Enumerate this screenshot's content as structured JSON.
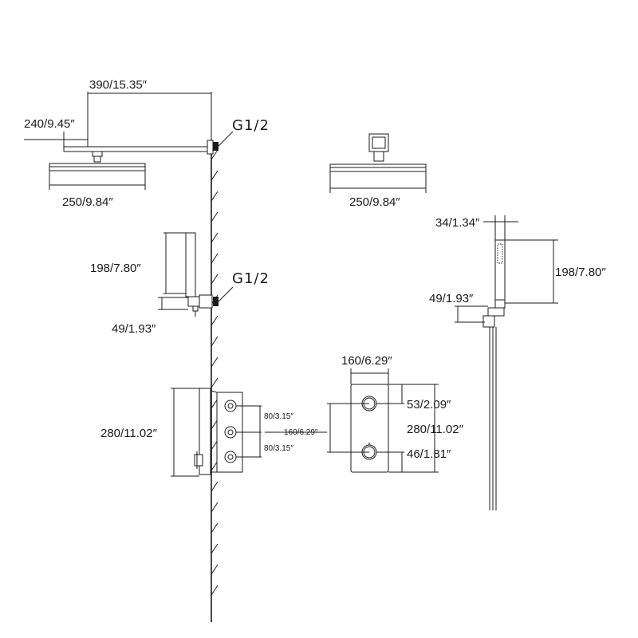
{
  "labels": {
    "arm_length": "390/15.35″",
    "arm_drop": "240/9.45″",
    "head_width_side": "250/9.84″",
    "head_width_front": "250/9.84″",
    "inlet_top": "G1/2",
    "inlet_mid": "G1/2",
    "holder_height": "198/7.80″",
    "holder_depth": "49/1.93″",
    "handshower_width": "34/1.34″",
    "handshower_height": "198/7.80″",
    "handshower_outlet": "49/1.93″",
    "body_height_side": "280/11.02″",
    "port_spacing_1": "80/3.15″",
    "port_spacing_total": "160/6.29″",
    "port_spacing_2": "80/3.15″",
    "plate_width": "160/6.29″",
    "knob_top_offset": "53/2.09″",
    "plate_height": "280/11.02″",
    "knob_bottom_offset": "46/1.81″"
  },
  "colors": {
    "line": "#1a1a1a",
    "background": "#ffffff"
  }
}
